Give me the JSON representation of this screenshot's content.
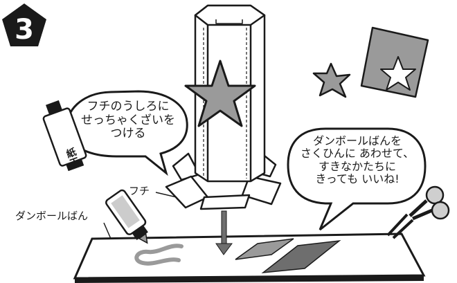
{
  "step": {
    "number": "3"
  },
  "bubble_left": {
    "line1": "フチのうしろに",
    "line2": "せっちゃくざいを",
    "line3": "つける"
  },
  "bubble_right": {
    "line1": "ダンボールばんを",
    "line2": "さくひんに あわせて、",
    "line3": "すきなかたちに",
    "line4": "きっても いいね!"
  },
  "labels": {
    "edge": "フチ",
    "cardboard": "ダンボールばん",
    "glue_tube": "紙工"
  },
  "colors": {
    "outline": "#1a1a1a",
    "gray": "#9a9a9a",
    "light_gray": "#cfcfcf"
  },
  "icons": [
    "step-pentagon-icon",
    "glue-tube-icon",
    "glue-pen-icon",
    "scissors-icon",
    "star-icon",
    "arrow-down-icon"
  ]
}
